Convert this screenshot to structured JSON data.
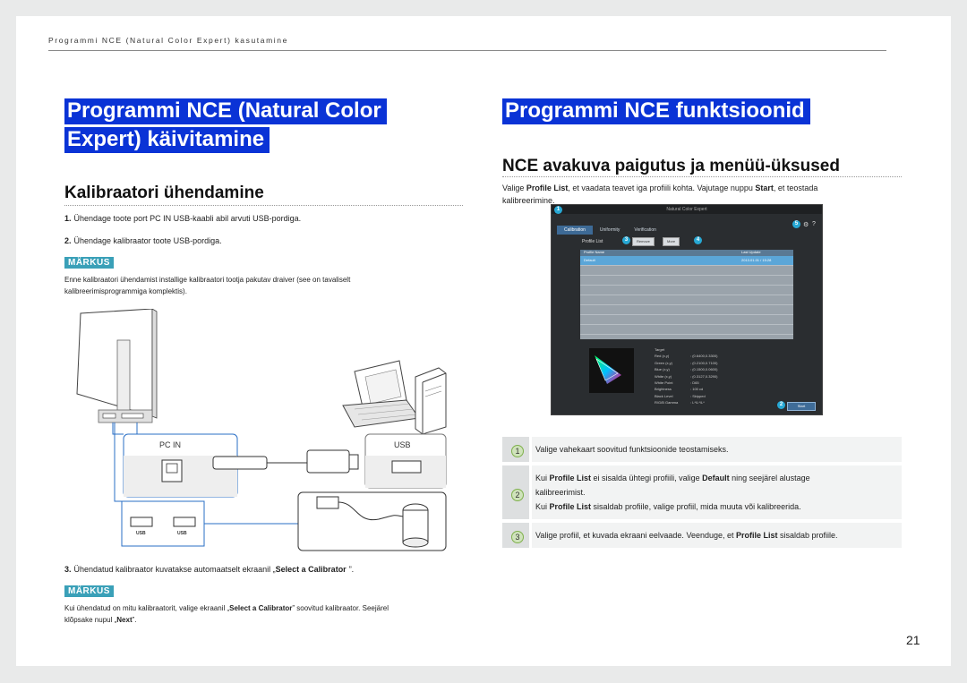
{
  "header": {
    "running_title": "Programmi NCE (Natural Color Expert) kasutamine"
  },
  "left": {
    "title_line1": "Programmi NCE (Natural Color",
    "title_line2": "Expert) käivitamine",
    "subtitle": "Kalibraatori ühendamine",
    "steps": [
      {
        "num": "1.",
        "text": "Ühendage toote port PC IN USB-kaabli abil arvuti USB-pordiga."
      },
      {
        "num": "2.",
        "text": "Ühendage kalibraator toote USB-pordiga."
      },
      {
        "num": "3.",
        "text_before": "Ühendatud kalibraator kuvatakse automaatselt ekraanil „",
        "bold": "Select a Calibrator",
        "text_after": "”."
      }
    ],
    "note_label": "MÄRKUS",
    "note1_line1": "Enne kalibraatori ühendamist installige kalibraatori tootja pakutav draiver (see on tavaliselt",
    "note1_line2": "kalibreerimisprogrammiga komplektis).",
    "note2_before": "Kui ühendatud on mitu kalibraatorit, valige ekraanil „",
    "note2_bold1": "Select a Calibrator",
    "note2_mid": "” soovitud kalibraator. Seejärel",
    "note2_line2_before": "klõpsake nupul „",
    "note2_bold2": "Next",
    "note2_line2_after": "”.",
    "illus_pc_in": "PC IN",
    "illus_usb": "USB",
    "illus_usb_small_1": "USB",
    "illus_usb_small_2": "USB"
  },
  "right": {
    "title": "Programmi NCE funktsioonid",
    "subtitle": "NCE avakuva paigutus ja menüü-üksused",
    "intro_1": "Valige ",
    "intro_bold1": "Profile List",
    "intro_2": ", et vaadata teavet iga profiili kohta. Vajutage nuppu ",
    "intro_bold2": "Start",
    "intro_3": ", et teostada",
    "intro_line2": "kalibreerimine.",
    "screenshot": {
      "window_title": "Natural Color Expert",
      "tabs": [
        "Calibration",
        "Uniformity",
        "Verification"
      ],
      "profile_list_label": "Profile List",
      "btn_remove": "Remove",
      "btn_more": "More",
      "col_profile_name": "Profile Name",
      "col_last_update": "Last Update",
      "row1_name": "Default",
      "row1_date": "2013.01.01 / 15:28",
      "info_labels": [
        "Target",
        "Red (x,y)",
        "Green (x,y)",
        "Blue (x,y)",
        "White (x,y)",
        "White Point",
        "Brightness",
        "Black Level",
        "R/G/B Gamma"
      ],
      "info_values": [
        "",
        ": (0.6400,0.3300)",
        ": (0.2100,0.7100)",
        ": (0.1500,0.0600)",
        ": (0.3127,0.3290)",
        ": D65",
        ": 100 cd",
        ": Skipped",
        ": L*/L*/L*"
      ],
      "start_label": "Start",
      "markers": [
        "1",
        "2",
        "3",
        "4",
        "5"
      ]
    },
    "features": [
      {
        "num": "1",
        "lines": [
          {
            "parts": [
              {
                "t": "Valige vahekaart soovitud funktsioonide teostamiseks."
              }
            ]
          }
        ]
      },
      {
        "num": "2",
        "lines": [
          {
            "parts": [
              {
                "t": "Kui "
              },
              {
                "b": "Profile List"
              },
              {
                "t": " ei sisalda ühtegi profiili, valige "
              },
              {
                "b": "Default"
              },
              {
                "t": " ning seejärel alustage"
              }
            ]
          },
          {
            "parts": [
              {
                "t": "kalibreerimist."
              }
            ]
          },
          {
            "parts": [
              {
                "t": "Kui "
              },
              {
                "b": "Profile List"
              },
              {
                "t": " sisaldab profiile, valige profiil, mida muuta või kalibreerida."
              }
            ]
          }
        ]
      },
      {
        "num": "3",
        "lines": [
          {
            "parts": [
              {
                "t": "Valige profiil, et kuvada ekraani eelvaade. Veenduge, et "
              },
              {
                "b": "Profile List"
              },
              {
                "t": " sisaldab profiile."
              }
            ]
          }
        ]
      }
    ]
  },
  "page_number": "21"
}
